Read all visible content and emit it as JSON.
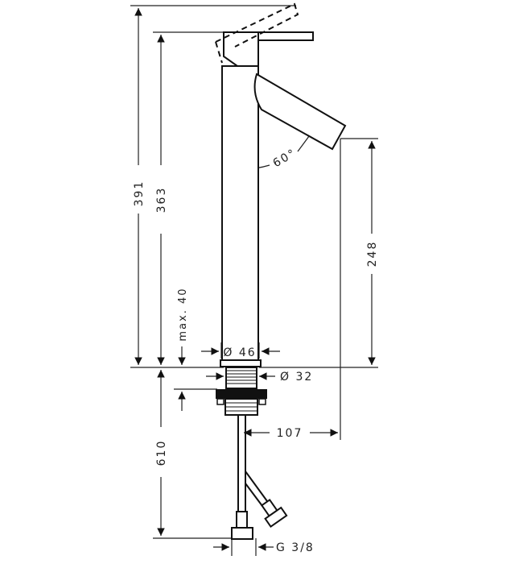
{
  "drawing": {
    "subject": "single-lever basin mixer (tall)",
    "line_color": "#111111",
    "background": "#ffffff"
  },
  "dimensions": {
    "total_height": "391",
    "body_height": "363",
    "spout_height": "248",
    "max_deck_thickness": "max. 40",
    "body_diameter": "Ø 46",
    "shank_diameter": "Ø 32",
    "spout_reach": "107",
    "hose_length": "610",
    "connection_thread": "G 3/8",
    "lever_angle": "60°"
  }
}
